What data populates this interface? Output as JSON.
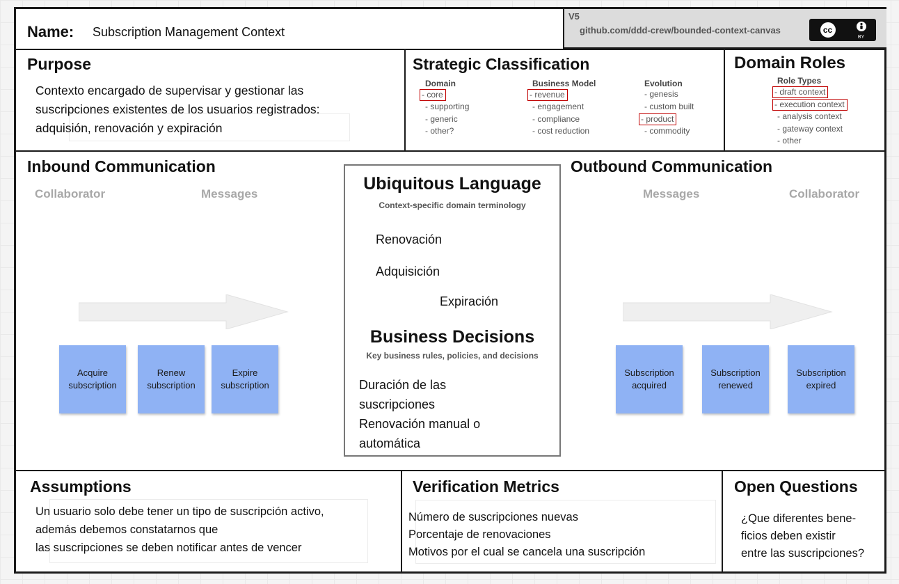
{
  "header": {
    "name_label": "Name:",
    "name_value": "Subscription Management Context",
    "version": "V5",
    "github": "github.com/ddd-crew/bounded-context-canvas",
    "license_badge": {
      "cc": "cc",
      "by": "BY",
      "icons": [
        "cc-icon",
        "person-icon"
      ]
    }
  },
  "purpose": {
    "title": "Purpose",
    "lines": [
      "Contexto encargado de supervisar y gestionar las",
      "suscripciones existentes de los usuarios registrados:",
      "adquisión, renovación y expiración"
    ]
  },
  "strategic": {
    "title": "Strategic Classification",
    "domain": {
      "heading": "Domain",
      "options": [
        "- core",
        "- supporting",
        "- generic",
        "- other?"
      ],
      "selected": "- core"
    },
    "business_model": {
      "heading": "Business Model",
      "options": [
        "- revenue",
        "- engagement",
        "- compliance",
        "- cost reduction"
      ],
      "selected": "- revenue"
    },
    "evolution": {
      "heading": "Evolution",
      "options": [
        "- genesis",
        "- custom built",
        "- product",
        "- commodity"
      ],
      "selected": "- product"
    }
  },
  "roles": {
    "title": "Domain Roles",
    "heading": "Role Types",
    "options": [
      "- draft context",
      "- execution context",
      "- analysis context",
      "- gateway context",
      "- other"
    ],
    "selected": [
      "- draft context",
      "- execution context"
    ]
  },
  "inbound": {
    "title": "Inbound Communication",
    "col_collaborator": "Collaborator",
    "col_messages": "Messages",
    "messages": [
      "Acquire subscription",
      "Renew subscription",
      "Expire subscription"
    ]
  },
  "outbound": {
    "title": "Outbound Communication",
    "col_messages": "Messages",
    "col_collaborator": "Collaborator",
    "messages": [
      "Subscription acquired",
      "Subscription renewed",
      "Subscription expired"
    ]
  },
  "ubiquitous": {
    "title": "Ubiquitous Language",
    "subtitle": "Context-specific domain terminology",
    "terms": [
      "Renovación",
      "Adquisición",
      "Expiración"
    ]
  },
  "decisions": {
    "title": "Business Decisions",
    "subtitle": "Key business rules, policies, and decisions",
    "lines": [
      "Duración de las",
      "suscripciones",
      "Renovación manual o",
      "automática"
    ]
  },
  "assumptions": {
    "title": "Assumptions",
    "lines": [
      "Un usuario solo debe tener un tipo de suscripción activo,",
      "además debemos constatarnos que",
      "las suscripciones se deben notificar antes de vencer"
    ]
  },
  "metrics": {
    "title": "Verification Metrics",
    "lines": [
      "Número de suscripciones nuevas",
      "Porcentaje de renovaciones",
      "Motivos por el cual se cancela una suscripción"
    ]
  },
  "questions": {
    "title": "Open Questions",
    "lines": [
      "¿Que diferentes bene-",
      "ficios deben existir",
      "entre las suscripciones?"
    ]
  },
  "colors": {
    "sticky": "#8fb2f4",
    "selection": "#c00000",
    "border": "#1a1a1a"
  }
}
